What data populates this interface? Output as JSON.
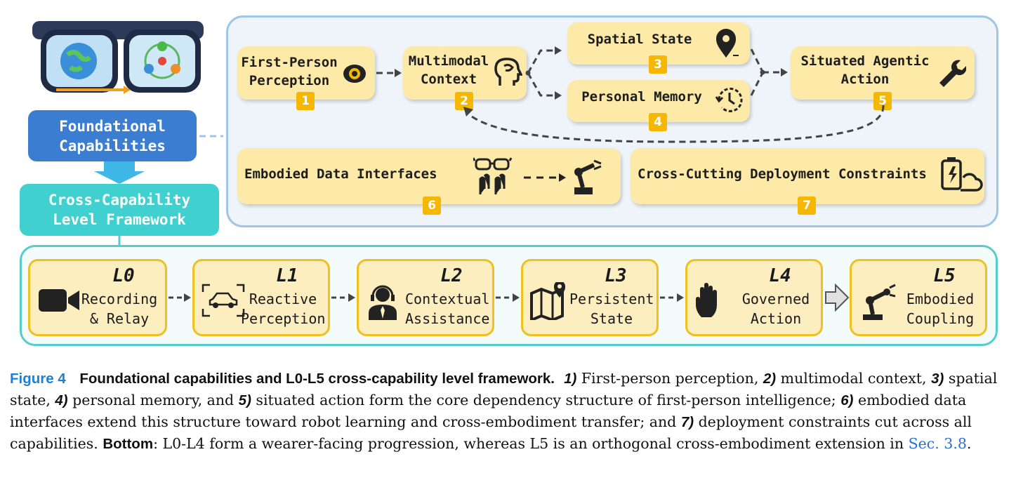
{
  "left": {
    "foundational": "Foundational\nCapabilities",
    "framework": "Cross-Capability\nLevel Framework"
  },
  "capabilities": [
    {
      "label": "First-Person\nPerception",
      "num": "1",
      "icon": "eye-icon"
    },
    {
      "label": "Multimodal\nContext",
      "num": "2",
      "icon": "head-icon"
    },
    {
      "label": "Spatial State",
      "num": "3",
      "icon": "map-pin-icon"
    },
    {
      "label": "Personal Memory",
      "num": "4",
      "icon": "clock-history-icon"
    },
    {
      "label": "Situated Agentic\nAction",
      "num": "5",
      "icon": "wrench-icon"
    },
    {
      "label": "Embodied Data Interfaces",
      "num": "6",
      "icon": "glasses-hands-robot-icon"
    },
    {
      "label": "Cross-Cutting Deployment Constraints",
      "num": "7",
      "icon": "battery-cloud-icon"
    }
  ],
  "levels": [
    {
      "code": "L0",
      "label": "Recording\n& Relay",
      "icon": "video-camera-icon"
    },
    {
      "code": "L1",
      "label": "Reactive\nPerception",
      "icon": "car-detection-icon"
    },
    {
      "code": "L2",
      "label": "Contextual\nAssistance",
      "icon": "headset-agent-icon"
    },
    {
      "code": "L3",
      "label": "Persistent\nState",
      "icon": "map-icon"
    },
    {
      "code": "L4",
      "label": "Governed\nAction",
      "icon": "hand-stop-icon"
    },
    {
      "code": "L5",
      "label": "Embodied\nCoupling",
      "icon": "robot-arm-icon"
    }
  ],
  "caption": {
    "fig": "Figure 4",
    "title": "Foundational capabilities and L0-L5 cross-capability level framework.",
    "n1": "1)",
    "t1": " First-person perception, ",
    "n2": "2)",
    "t2": " multimodal context, ",
    "n3": "3)",
    "t3": " spatial state, ",
    "n4": "4)",
    "t4": " personal memory, and ",
    "n5": "5)",
    "t5": " situated action form the core dependency structure of first-person intelligence; ",
    "n6": "6)",
    "t6": " embodied data interfaces extend this structure toward robot learning and cross-embodiment transfer; and ",
    "n7": "7)",
    "t7": " deployment constraints cut across all capabilities. ",
    "bottom": "Bottom",
    "t8": ": L0-L4 form a wearer-facing progression, whereas L5 is an orthogonal cross-embodiment extension in ",
    "link": "Sec. 3.8",
    "t9": "."
  },
  "colors": {
    "box": "#fde9a8",
    "badge": "#f5b700",
    "foundational": "#3b7dd0",
    "framework": "#3fd0cf",
    "panel_border": "#9fc5e8",
    "level_border": "#f0c020",
    "caption_fig": "#1e7fd6"
  }
}
